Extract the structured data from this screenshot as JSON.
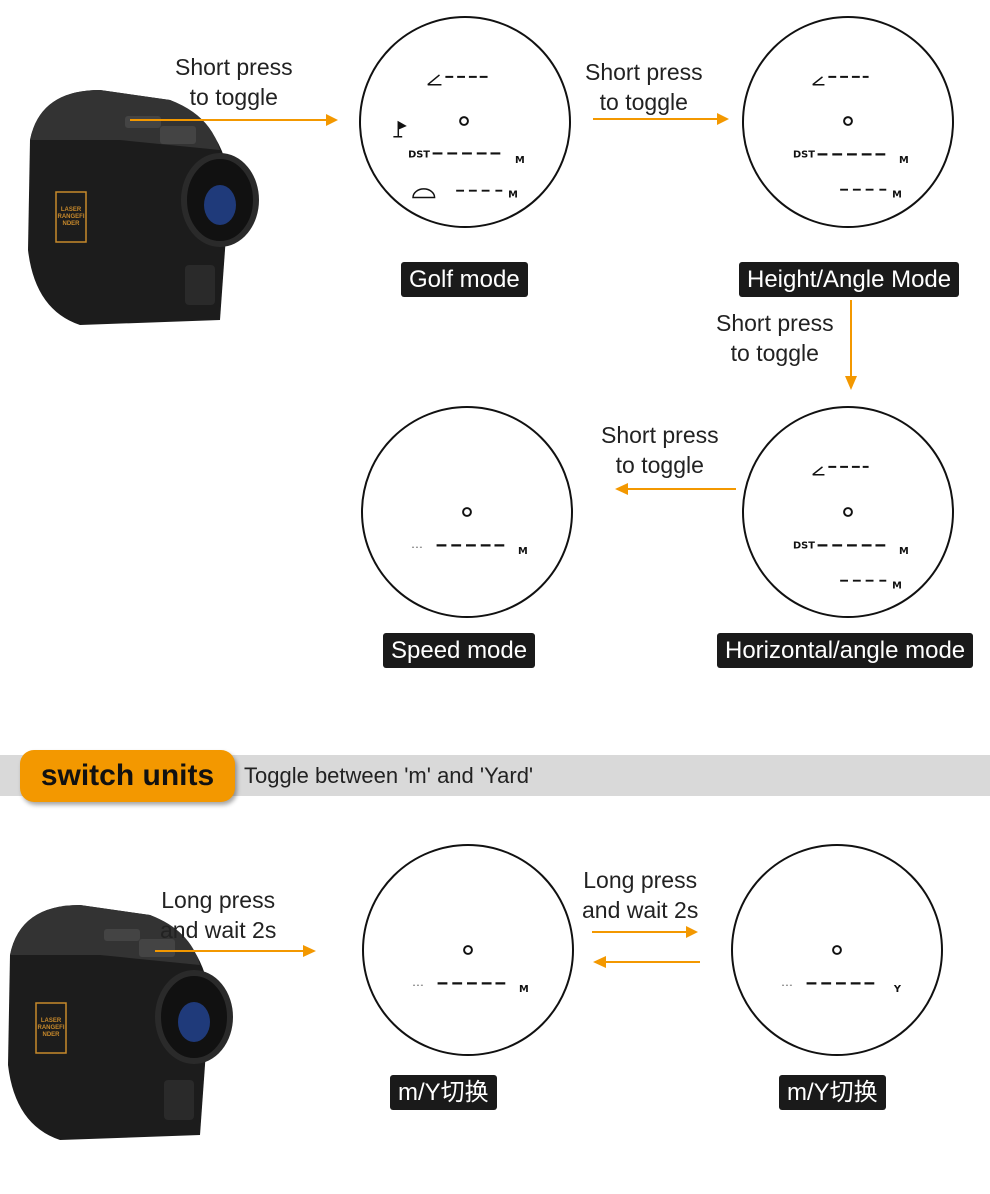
{
  "colors": {
    "accent": "#f39800",
    "label_bg": "#1a1a1a",
    "band": "#d9d9d9"
  },
  "modes": {
    "golf": {
      "label": "Golf mode"
    },
    "height_angle": {
      "label": "Height/Angle Mode"
    },
    "horizontal_angle": {
      "label": "Horizontal/angle mode"
    },
    "speed": {
      "label": "Speed mode"
    }
  },
  "notes": {
    "short_press_1": "Short press\nto toggle",
    "short_press_2": "Short press\nto toggle",
    "short_press_3": "Short press\nto toggle",
    "short_press_4": "Short press\nto toggle",
    "long_press_1": "Long press\nand wait 2s",
    "long_press_2": "Long press\nand wait 2s"
  },
  "reticle": {
    "dst": "DST",
    "unit_m": "M",
    "unit_y": "Y"
  },
  "switch_units": {
    "title": "switch units",
    "description": "Toggle between 'm' and 'Yard'"
  },
  "units": {
    "left_label": "m/Y切换",
    "right_label": "m/Y切换"
  },
  "device": {
    "badge": "LASER RANGEFINDER"
  },
  "icons": [
    "flag-icon",
    "angle-icon",
    "arc-icon",
    "arrow-right-icon",
    "arrow-down-icon",
    "arrow-left-icon",
    "rangefinder-device"
  ]
}
